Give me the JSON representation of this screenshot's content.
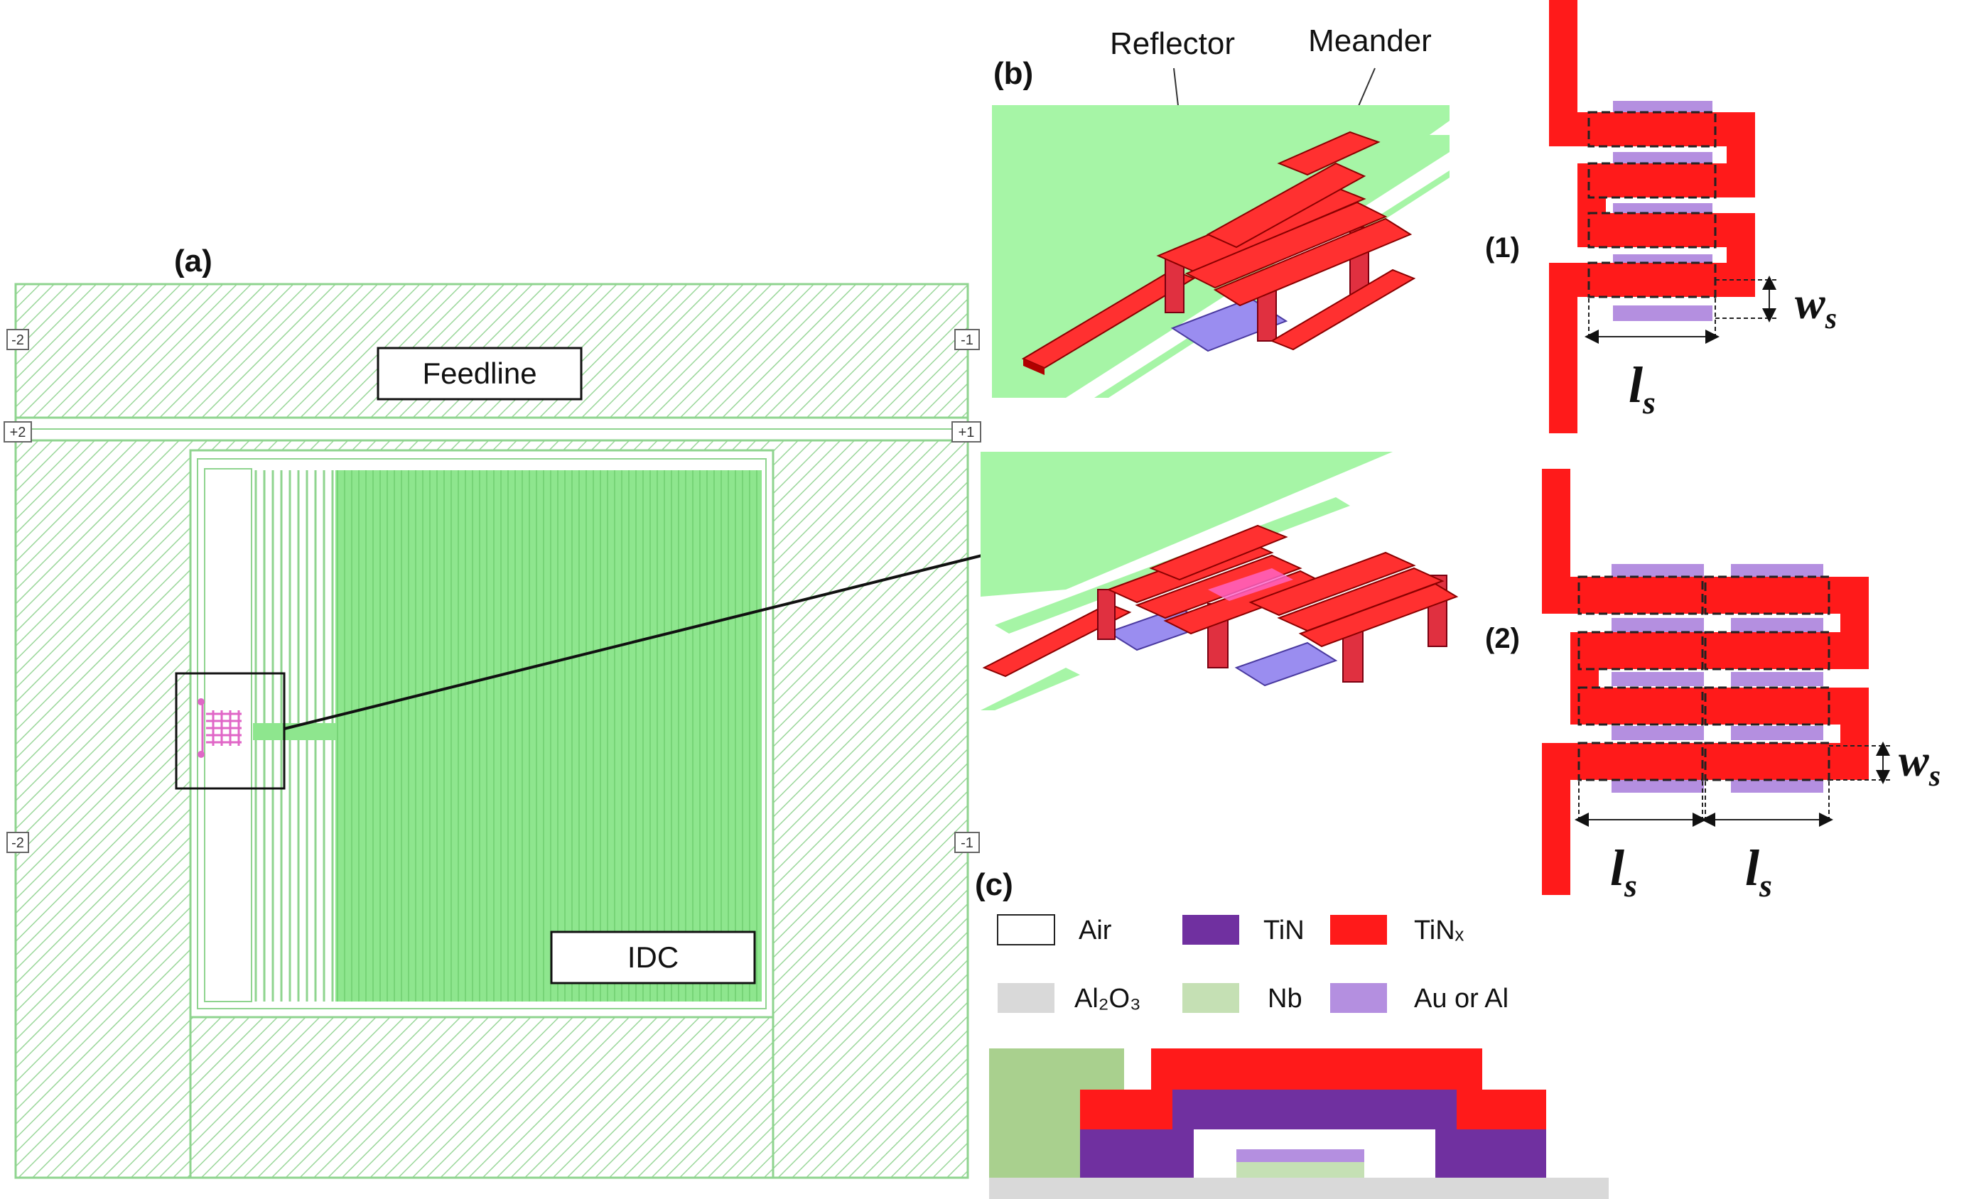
{
  "panels": {
    "a": "(a)",
    "b": "(b)",
    "c": "(c)",
    "one": "(1)",
    "two": "(2)"
  },
  "layout_labels": {
    "feedline": "Feedline",
    "idc": "IDC",
    "port_tl": "-2",
    "port_tr": "-1",
    "port_ml": "+2",
    "port_mr": "+1",
    "port_bl": "-2",
    "port_br": "-1"
  },
  "callouts": {
    "reflector": "Reflector",
    "meander": "Meander"
  },
  "dimension_labels": {
    "w1": "w",
    "w1_sub": "s",
    "l1": "l",
    "l1_sub": "s",
    "w2": "w",
    "w2_sub": "s",
    "l2a": "l",
    "l2a_sub": "s",
    "l2b": "l",
    "l2b_sub": "s"
  },
  "legend": [
    {
      "label": "Air",
      "color": "#ffffff"
    },
    {
      "label": "TiN",
      "color": "#7030a0"
    },
    {
      "label": "TiNₓ",
      "color": "#ff1a1a"
    },
    {
      "label": "Al₂O₃",
      "color": "#d9d9d9"
    },
    {
      "label": "Nb",
      "color": "#c5e0b4"
    },
    {
      "label": "Au or Al",
      "color": "#b48fe0"
    }
  ],
  "colors": {
    "nb_green": "#a9d08e",
    "hatch_green": "#8fd48f",
    "idc_green": "#8ee68e",
    "tinx_red": "#ff1a1a",
    "tin_purple": "#7030a0",
    "absorber": "#b48fe0",
    "substrate": "#d9d9d9"
  }
}
